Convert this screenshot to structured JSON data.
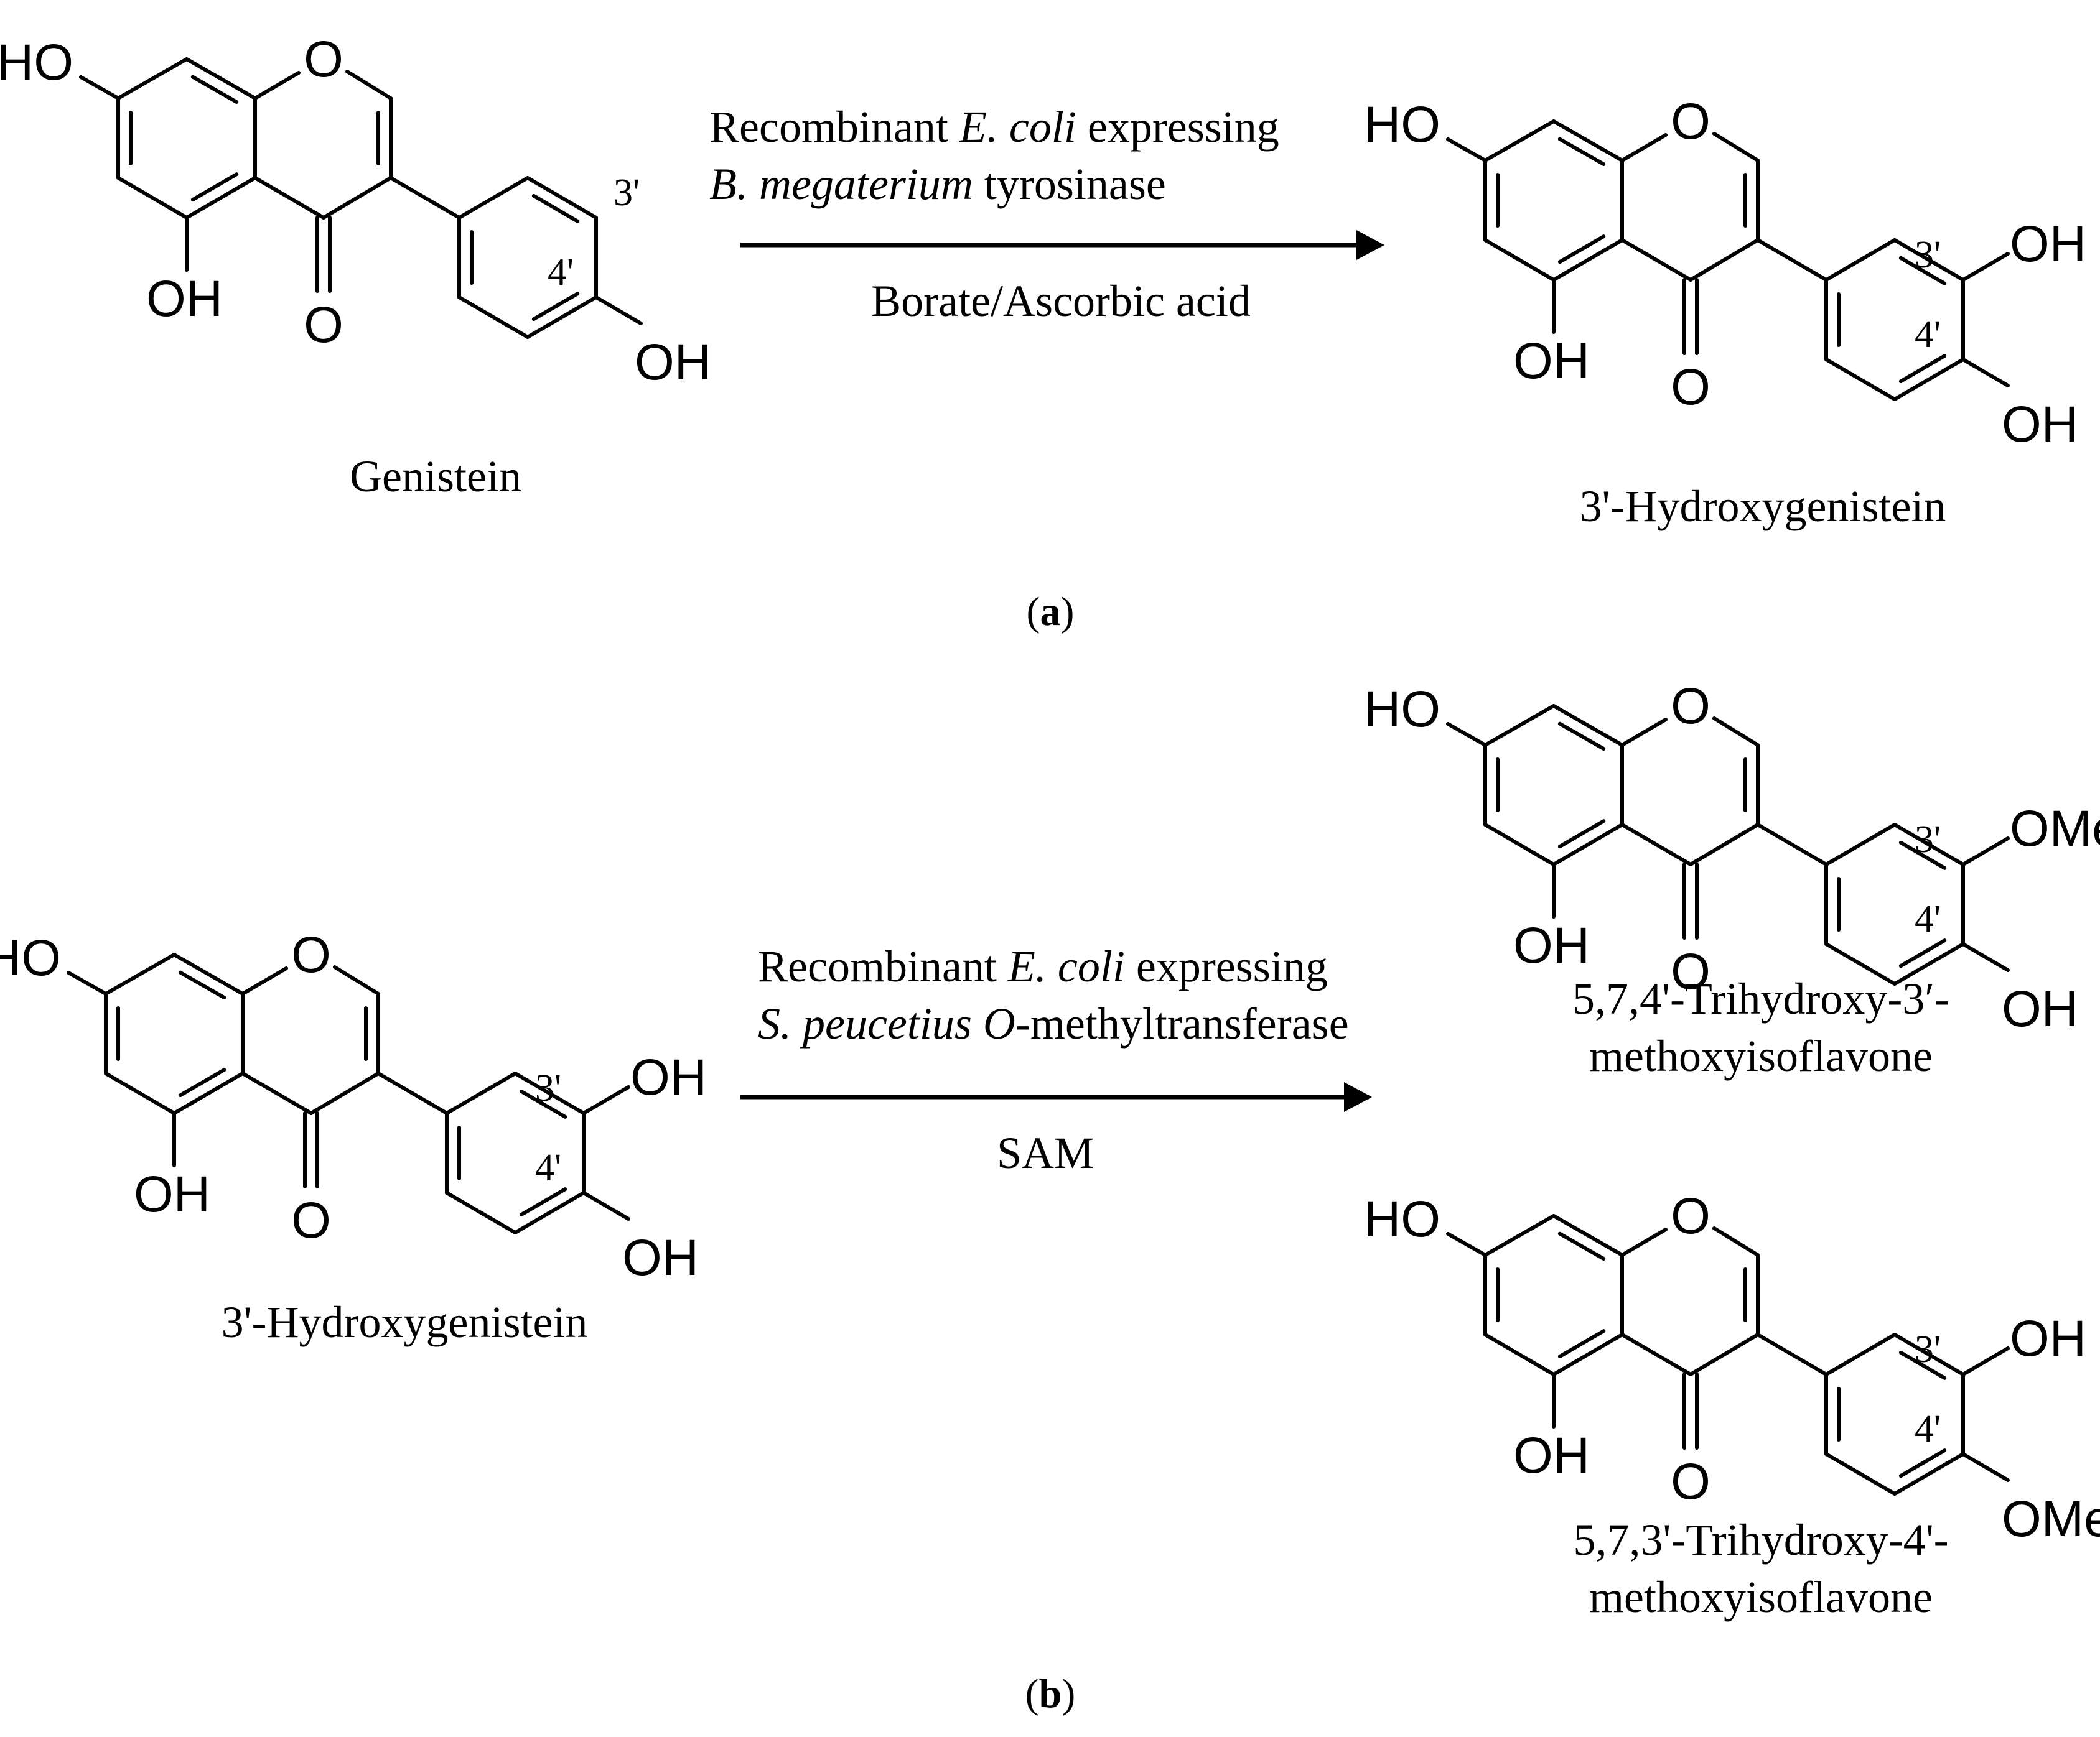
{
  "atoms": {
    "o": "O",
    "oh": "OH",
    "ho": "HO",
    "ome": "OMe"
  },
  "positions": {
    "p3": "3'",
    "p4": "4'"
  },
  "reaction_a": {
    "line1_prefix": "Recombinant ",
    "line1_italic": "E. coli",
    "line1_suffix": " expressing",
    "line2_italic": "B. megaterium",
    "line2_suffix": " tyrosinase",
    "below": "Borate/Ascorbic acid"
  },
  "reaction_b": {
    "line1_prefix": "Recombinant ",
    "line1_italic": "E. coli",
    "line1_suffix": " expressing",
    "line2_italic_1": "S. peucetius O",
    "line2_suffix": "-methyltransferase",
    "below": "SAM"
  },
  "compounds": {
    "genistein": "Genistein",
    "hydroxygenistein": "3'-Hydroxygenistein",
    "product_b1_line1": "5,7,4'-Trihydroxy-3′-",
    "product_b1_line2": "methoxyisoflavone",
    "product_b2_line1": "5,7,3'-Trihydroxy-4'-",
    "product_b2_line2": "methoxyisoflavone"
  },
  "panel_labels": {
    "a_open": "(",
    "a_letter": "a",
    "a_close": ")",
    "b_open": "(",
    "b_letter": "b",
    "b_close": ")"
  }
}
